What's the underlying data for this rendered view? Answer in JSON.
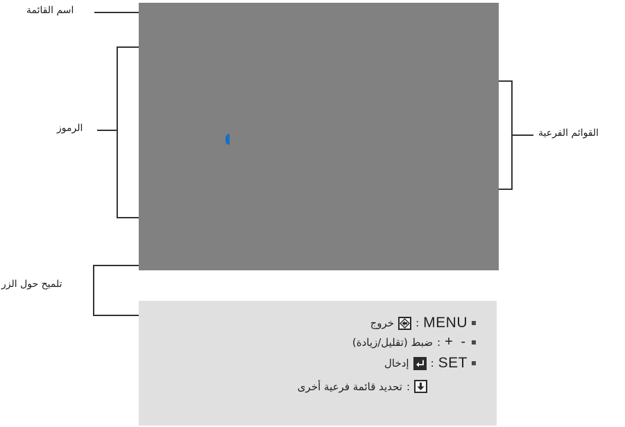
{
  "callouts": {
    "menu_name": "اسم القائمة",
    "icons": "الرموز",
    "submenus": "القوائم الفرعية",
    "button_tip": "تلميح حول الزر"
  },
  "hints": {
    "menu_key": "MENU",
    "menu_sep": ":",
    "menu_text": "خروج",
    "adjust_keys": "+ -",
    "adjust_sep": ":",
    "adjust_text": "ضبط (تقليل/زيادة)",
    "set_key": "SET",
    "set_sep": ":",
    "set_text": "إدخال",
    "select_sep": ":",
    "select_text": "تحديد قائمة فرعية أخرى"
  },
  "icons": {
    "menu_key": "exit-arrow-icon",
    "set_key": "enter-return-icon",
    "select_key": "down-arrow-icon"
  },
  "colors": {
    "screen": "#818181",
    "panel": "#e0e0e0",
    "cursor": "#1a6fc4"
  }
}
